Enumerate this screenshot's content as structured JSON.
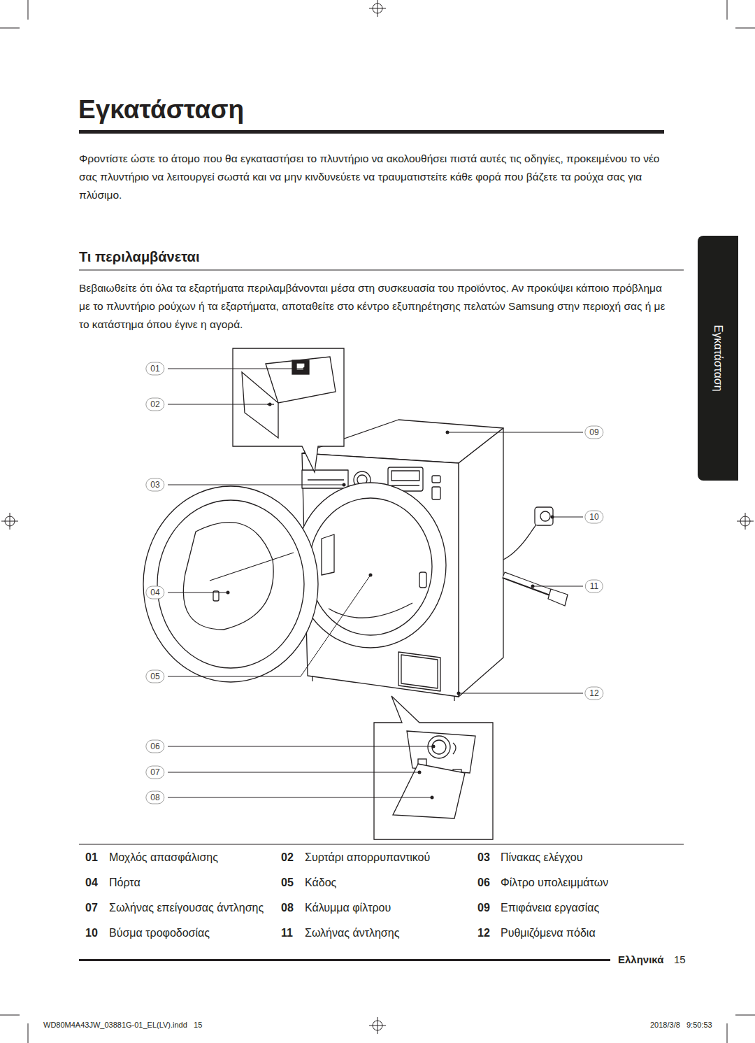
{
  "diagram": {
    "title": "Εγκατάσταση",
    "nodes": [
      {
        "text": [
          "Εγκατάσταση"
        ]
      },
      {
        "text": [
          "01"
        ]
      },
      {
        "text": [
          "02"
        ]
      },
      {
        "text": [
          "03"
        ]
      },
      {
        "text": [
          "04"
        ]
      },
      {
        "text": [
          "05"
        ]
      },
      {
        "text": [
          "06"
        ]
      },
      {
        "text": [
          "07"
        ]
      },
      {
        "text": [
          "08"
        ]
      },
      {
        "text": [
          "09"
        ]
      },
      {
        "text": [
          "10"
        ]
      },
      {
        "text": [
          "11"
        ]
      },
      {
        "text": [
          "12"
        ]
      }
    ],
    "labels": [
      "Φροντίστε ώστε το άτομο που θα εγκαταστήσει το πλυντήριο να ακολουθήσει πιστά αυτές τις οδηγίες, προκειμένου το νέο σας πλυντήριο να λειτουργεί σωστά και να μην κινδυνεύετε να τραυματιστείτε κάθε φορά που βάζετε τα ρούχα σας για πλύσιμο.",
      "Τι περιλαμβάνεται",
      "Βεβαιωθείτε ότι όλα τα εξαρτήματα περιλαμβάνονται μέσα στη συσκευασία του προϊόντος. Αν προκύψει κάποιο πρόβλημα με το πλυντήριο ρούχων ή τα εξαρτήματα, αποταθείτε στο κέντρο εξυπηρέτησης πελατών Samsung στην περιοχή σας ή με το κατάστημα όπου έγινε η αγορά.",
      "01",
      "Μοχλός απασφάλισης",
      "02",
      "Συρτάρι απορρυπαντικού",
      "03",
      "Πίνακας ελέγχου",
      "04",
      "Πόρτα",
      "05",
      "Κάδος",
      "06",
      "Φίλτρο υπολειμμάτων",
      "07",
      "Σωλήνας επείγουσας άντλησης",
      "08",
      "Κάλυμμα φίλτρου",
      "09",
      "Επιφάνεια εργασίας",
      "10",
      "Βύσμα τροφοδοσίας",
      "11",
      "Σωλήνας άντλησης",
      "12",
      "Ρυθμιζόμενα πόδια",
      "Ελληνικά",
      "15",
      "WD80M4A43JW_03881G-01_EL(LV).indd   15",
      "2018/3/8   9:50:53"
    ]
  }
}
